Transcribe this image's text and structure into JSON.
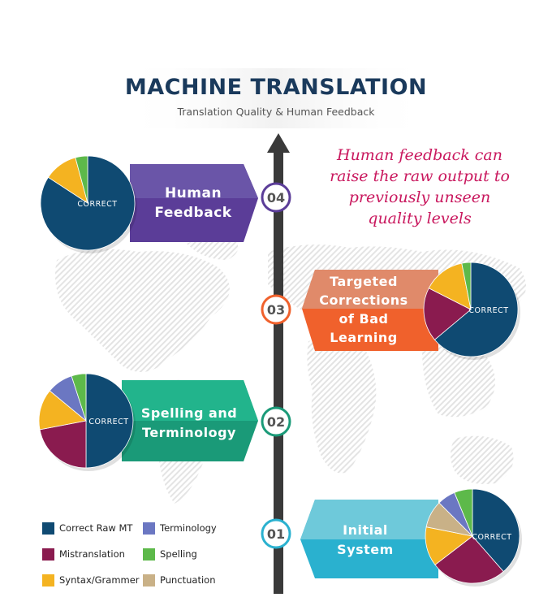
{
  "title": "MACHINE TRANSLATION",
  "subtitle": "Translation Quality & Human Feedback",
  "quote_lines": [
    "Human feedback can",
    "raise the raw output to",
    "previously unseen",
    "quality levels"
  ],
  "pie_label": "CORRECT",
  "stages": [
    {
      "number": "01",
      "label_lines": [
        "Initial",
        "System"
      ],
      "color": "#2ab1cf",
      "color_light": "#6ec9da"
    },
    {
      "number": "02",
      "label_lines": [
        "Spelling and",
        "Terminology"
      ],
      "color": "#1a9a78",
      "color_light": "#22b48c"
    },
    {
      "number": "03",
      "label_lines": [
        "Targeted",
        "Corrections",
        "of Bad",
        "Learning"
      ],
      "color": "#f0612c",
      "color_light": "#e08a6a"
    },
    {
      "number": "04",
      "label_lines": [
        "Human",
        "Feedback"
      ],
      "color": "#5b3d98",
      "color_light": "#6a55a8"
    }
  ],
  "legend": [
    {
      "label": "Correct Raw MT",
      "color": "#0f4a72"
    },
    {
      "label": "Terminology",
      "color": "#6b77c2"
    },
    {
      "label": "Mistranslation",
      "color": "#8a1b4f"
    },
    {
      "label": "Spelling",
      "color": "#5db94a"
    },
    {
      "label": "Syntax/Grammer",
      "color": "#f4b321"
    },
    {
      "label": "Punctuation",
      "color": "#c9b187"
    }
  ],
  "chart_data": {
    "type": "pie",
    "categories": [
      "Correct Raw MT",
      "Mistranslation",
      "Syntax/Grammer",
      "Punctuation",
      "Terminology",
      "Spelling"
    ],
    "charts": [
      {
        "stage": "01",
        "values": [
          37,
          25,
          13,
          9,
          6,
          6
        ]
      },
      {
        "stage": "02",
        "values": [
          50,
          22,
          14,
          0,
          9,
          5
        ]
      },
      {
        "stage": "03",
        "values": [
          62,
          18,
          14,
          0,
          0,
          3
        ]
      },
      {
        "stage": "04",
        "values": [
          80,
          0,
          11,
          0,
          0,
          4
        ]
      }
    ]
  }
}
